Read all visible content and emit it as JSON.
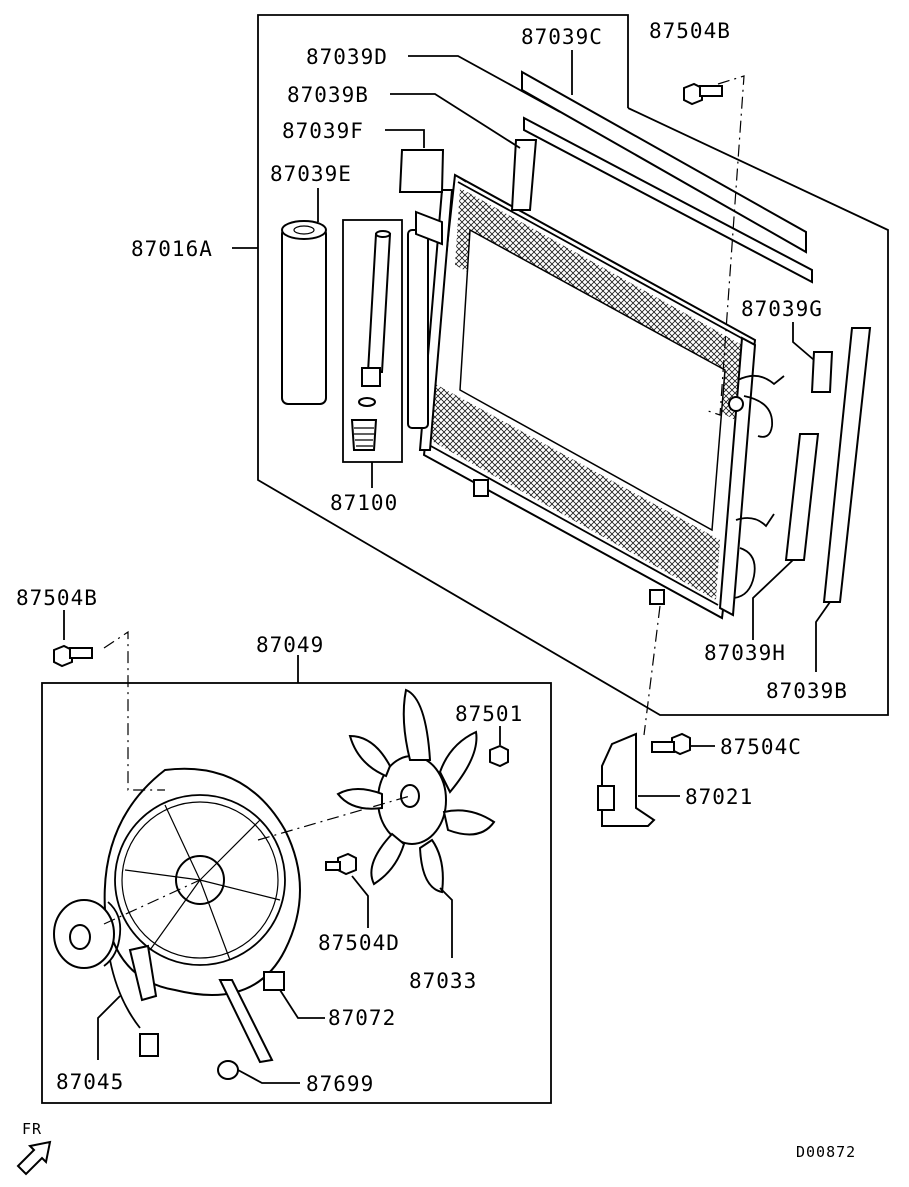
{
  "labels": {
    "p87039C": "87039C",
    "p87504B_top": "87504B",
    "p87039D": "87039D",
    "p87039B_top": "87039B",
    "p87039F": "87039F",
    "p87039E": "87039E",
    "p87016A": "87016A",
    "p87039G": "87039G",
    "p87100": "87100",
    "p87039H": "87039H",
    "p87039B_right": "87039B",
    "p87504B_left": "87504B",
    "p87049": "87049",
    "p87501": "87501",
    "p87504C": "87504C",
    "p87021": "87021",
    "p87504D": "87504D",
    "p87033": "87033",
    "p87072": "87072",
    "p87045": "87045",
    "p87699": "87699",
    "fr": "FR",
    "code": "D00872"
  },
  "icons": [
    "arrow-fr-icon",
    "radiator-condenser-icon",
    "fan-shroud-icon",
    "fan-motor-icon",
    "fan-blade-icon",
    "bolt-icon",
    "nut-icon",
    "bracket-icon",
    "receiver-drier-icon",
    "desiccant-icon"
  ]
}
